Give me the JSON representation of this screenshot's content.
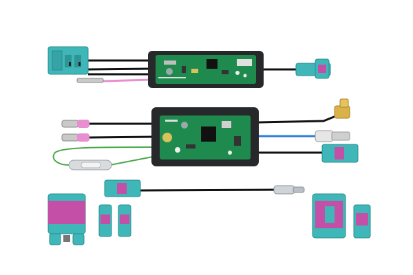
{
  "scene": {
    "background": "#ffffff",
    "colors": {
      "teal": "#3fb7b9",
      "magenta": "#c34fa6",
      "housing": "#26282a",
      "pcb": "#1f8a4e",
      "wire_black": "#111111",
      "wire_blue": "#2f7fd6",
      "wire_green": "#4aa84a",
      "wire_pink": "#e78fd0",
      "gold": "#d9b24a",
      "fuse_glass": "#d9dcdf"
    },
    "items": [
      {
        "name": "small-amplifier-module",
        "kind": "pcb-module"
      },
      {
        "name": "large-amplifier-module",
        "kind": "pcb-module"
      },
      {
        "name": "teal-plug-connector",
        "kind": "connector"
      },
      {
        "name": "fakra-angled-plug",
        "kind": "connector"
      },
      {
        "name": "sma-connector",
        "kind": "connector"
      },
      {
        "name": "inline-fuse",
        "kind": "fuse"
      },
      {
        "name": "loose-connectors",
        "kind": "connector-set"
      }
    ]
  }
}
